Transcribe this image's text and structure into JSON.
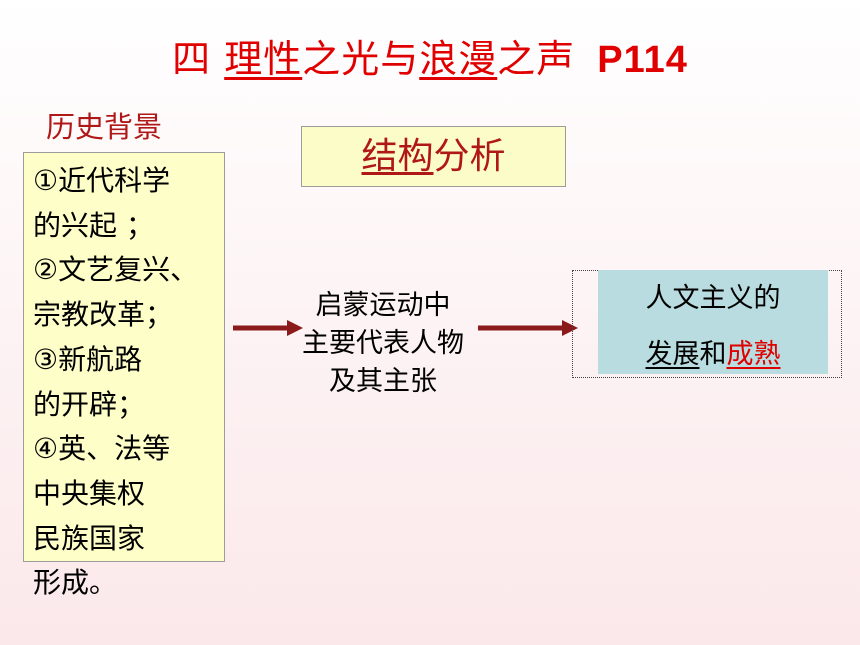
{
  "title": {
    "prefix": "四 ",
    "w1": "理性",
    "w2": "之光与",
    "w3": "浪漫",
    "w4": "之声",
    "code": "P114"
  },
  "background": {
    "label": "历史背景",
    "lines": [
      "①近代科学",
      "的兴起 ；",
      "②文艺复兴、",
      "宗教改革；",
      "③新航路",
      "的开辟；",
      "④英、法等",
      "中央集权",
      "民族国家",
      "形成。"
    ]
  },
  "structure": {
    "part1": "结构",
    "part2": "分析"
  },
  "middle": {
    "lines": [
      "启蒙运动中",
      "主要代表人物",
      "及其主张"
    ]
  },
  "result": {
    "line1": "人文主义的",
    "line2_a": "发展",
    "line2_b": "和",
    "line2_c": "成熟"
  },
  "colors": {
    "title_red": "#e00000",
    "dark_red": "#b01818",
    "arrow": "#8b1a1a",
    "yellow_box": "#fefec8",
    "teal_box": "#b8dcdf"
  }
}
